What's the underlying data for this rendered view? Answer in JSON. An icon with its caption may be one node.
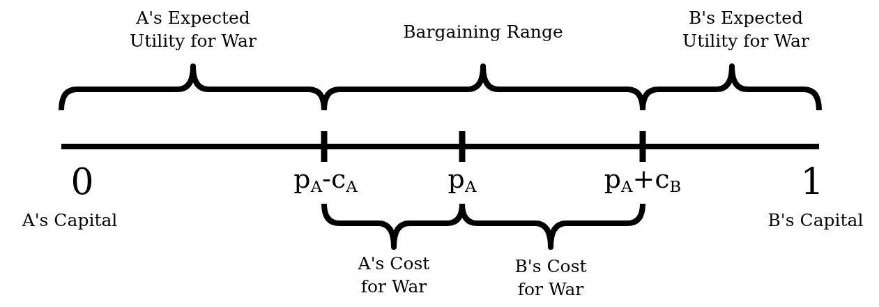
{
  "diagram": {
    "labels": [
      "A's Expected Utility for War",
      "Bargaining Range",
      "B's Expected Utility for War",
      "0",
      "p$_{A}$-c$_{A}$",
      "p$_{A}$",
      "p$_{A}$+c$_{B}$",
      "1",
      "A's Capital",
      "B's Capital",
      "A's Cost for War",
      "B's Cost for War"
    ]
  }
}
